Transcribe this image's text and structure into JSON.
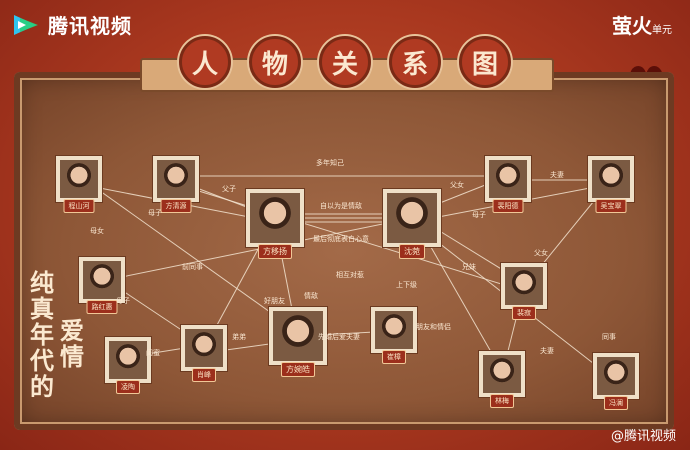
{
  "header": {
    "logo_text": "腾讯视频",
    "brand_main": "萤火",
    "brand_sub": "单元",
    "title_chars": [
      "人",
      "物",
      "关",
      "系",
      "图"
    ]
  },
  "side_text": {
    "col1": "纯真年代的",
    "col2": "爱情"
  },
  "watermark": "@腾讯视频",
  "colors": {
    "background": "#a9381f",
    "board": "#8e5737",
    "label_bg": "#9c2f1c",
    "line": "#f3e3cf"
  },
  "people": [
    {
      "id": "n1",
      "name": "程山河"
    },
    {
      "id": "n2",
      "name": "方清源"
    },
    {
      "id": "n3",
      "name": "方移扬"
    },
    {
      "id": "n4",
      "name": "沈菀"
    },
    {
      "id": "n5",
      "name": "裴阳德"
    },
    {
      "id": "n6",
      "name": "吴宝翠"
    },
    {
      "id": "n7",
      "name": "路红惠"
    },
    {
      "id": "n8",
      "name": "裴寂"
    },
    {
      "id": "n9",
      "name": "方婉皓"
    },
    {
      "id": "n10",
      "name": "崔樟"
    },
    {
      "id": "n11",
      "name": "肖峰"
    },
    {
      "id": "n12",
      "name": "凌陶"
    },
    {
      "id": "n13",
      "name": "林梅"
    },
    {
      "id": "n14",
      "name": "冯澜"
    }
  ],
  "relations": [
    {
      "label": "多年知己"
    },
    {
      "label": "父子"
    },
    {
      "label": "母女"
    },
    {
      "label": "母子"
    },
    {
      "label": "自以为是情敌"
    },
    {
      "label": "最后彻底表白心意"
    },
    {
      "label": "父女"
    },
    {
      "label": "夫妻"
    },
    {
      "label": "母子"
    },
    {
      "label": "相互对惹"
    },
    {
      "label": "上下级"
    },
    {
      "label": "前同事"
    },
    {
      "label": "兄妹"
    },
    {
      "label": "父女"
    },
    {
      "label": "情敌"
    },
    {
      "label": "母子"
    },
    {
      "label": "先婚后爱夫妻"
    },
    {
      "label": "好朋友"
    },
    {
      "label": "闺蜜"
    },
    {
      "label": "弟弟"
    },
    {
      "label": "同事"
    },
    {
      "label": "朋友和情侣"
    },
    {
      "label": "夫妻"
    }
  ]
}
